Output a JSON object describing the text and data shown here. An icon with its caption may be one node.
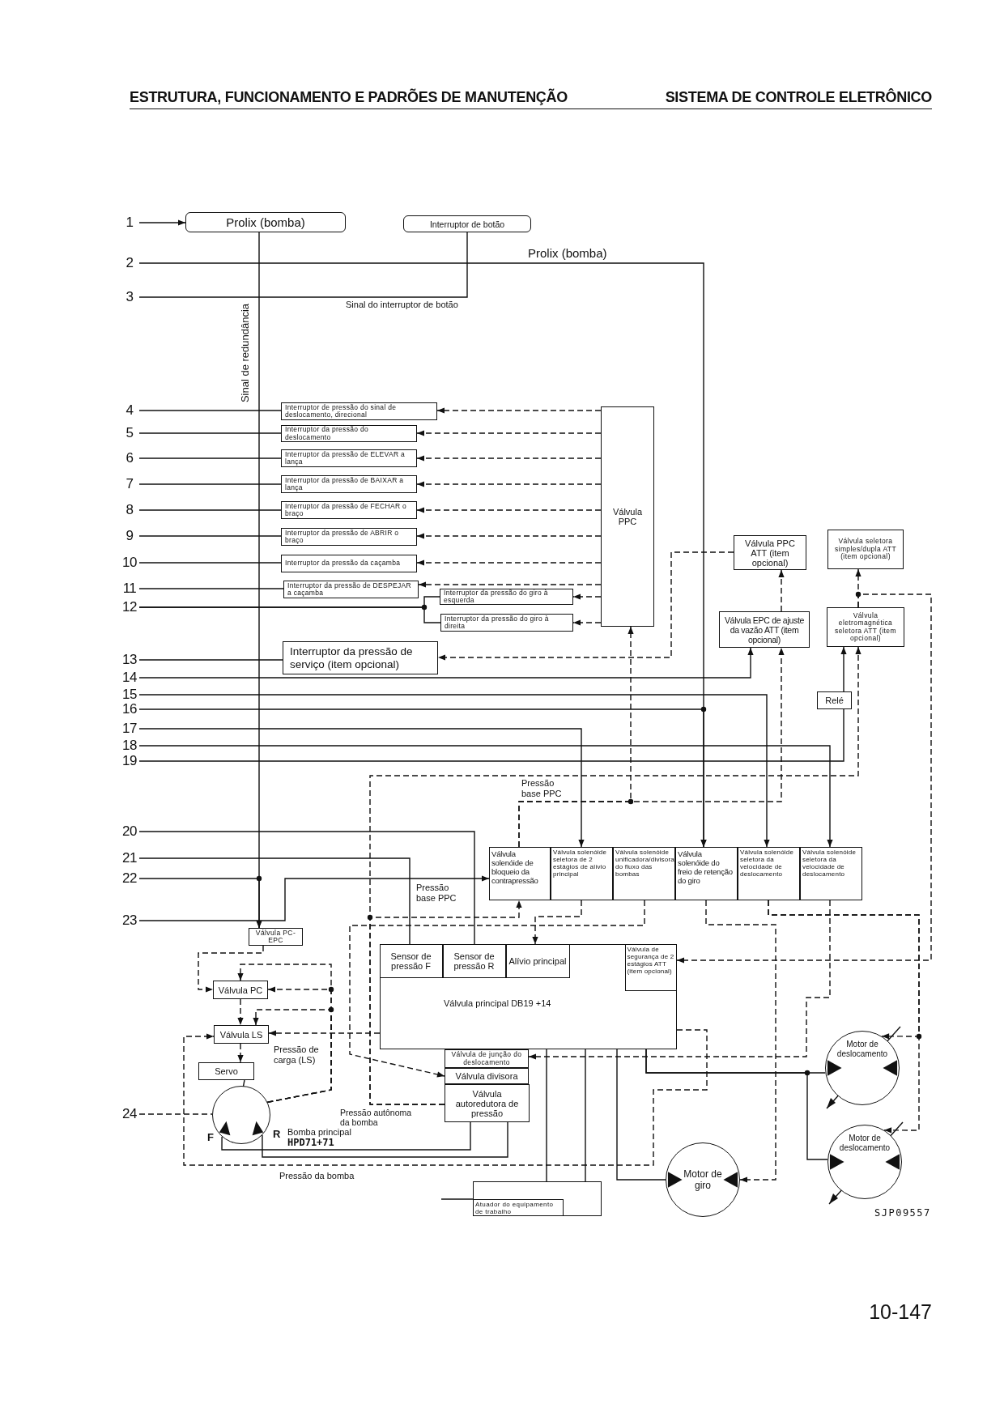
{
  "diagram": {
    "nodes": [
      {
        "text": [
          "1"
        ]
      },
      {
        "text": [
          "Prolix (bomba)"
        ]
      },
      {
        "text": [
          "Interruptor de botão"
        ]
      },
      {
        "text": [
          "2"
        ]
      },
      {
        "text": [
          "3"
        ]
      },
      {
        "text": [
          "4"
        ]
      },
      {
        "text": [
          "Interruptor de pressão do sinal de deslocamento, direcional"
        ]
      },
      {
        "text": [
          "5"
        ]
      },
      {
        "text": [
          "Interruptor da pressão do deslocamento"
        ]
      },
      {
        "text": [
          "6"
        ]
      },
      {
        "text": [
          "Interruptor da pressão de ELEVAR a lança"
        ]
      },
      {
        "text": [
          "7"
        ]
      },
      {
        "text": [
          "Interruptor da pressão de BAIXAR a lança"
        ]
      },
      {
        "text": [
          "8"
        ]
      },
      {
        "text": [
          "Interruptor da pressão de FECHAR o braço"
        ]
      },
      {
        "text": [
          "9"
        ]
      },
      {
        "text": [
          "Interruptor da pressão de ABRIR o braço"
        ]
      },
      {
        "text": [
          "10"
        ]
      },
      {
        "text": [
          "Interruptor da pressão da caçamba"
        ]
      },
      {
        "text": [
          "11"
        ]
      },
      {
        "text": [
          "Interruptor da pressão de DESPEJAR a caçamba"
        ]
      },
      {
        "text": [
          "Válvula PPC"
        ]
      },
      {
        "text": [
          "12"
        ]
      },
      {
        "text": [
          "Interruptor da pressão do giro à esquerda"
        ]
      },
      {
        "text": [
          "Interruptor da pressão do giro à direita"
        ]
      },
      {
        "text": [
          "Válvula PPC ATT (item opcional)"
        ]
      },
      {
        "text": [
          "Válvula seletora simples/dupla ATT (item opcional)"
        ]
      },
      {
        "text": [
          "13"
        ]
      },
      {
        "text": [
          "Interruptor da pressão de serviço (item opcional)"
        ]
      },
      {
        "text": [
          "Válvula EPC de ajuste da vazão ATT (item opcional)"
        ]
      },
      {
        "text": [
          "Válvula eletromagnética seletora ATT (item opcional)"
        ]
      },
      {
        "text": [
          "14"
        ]
      },
      {
        "text": [
          "15"
        ]
      },
      {
        "text": [
          "Relé"
        ]
      },
      {
        "text": [
          "16"
        ]
      },
      {
        "text": [
          "17"
        ]
      },
      {
        "text": [
          "18"
        ]
      },
      {
        "text": [
          "19"
        ]
      },
      {
        "text": [
          "20"
        ]
      },
      {
        "text": [
          "21"
        ]
      },
      {
        "text": [
          "22"
        ]
      },
      {
        "text": [
          "Válvula solenóide de bloqueio da contrapressão"
        ]
      },
      {
        "text": [
          "Válvula solenóide seletora de 2 estágios de alívio principal"
        ]
      },
      {
        "text": [
          "Válvula solenóide unificadora/divisora do fluxo das bombas"
        ]
      },
      {
        "text": [
          "Válvula solenóide do freio de retenção do giro"
        ]
      },
      {
        "text": [
          "Válvula solenóide seletora da velocidade de deslocamento"
        ]
      },
      {
        "text": [
          "Válvula solenóide seletora da velocidade de deslocamento"
        ]
      },
      {
        "text": [
          "23"
        ]
      },
      {
        "text": [
          "Válvula PC-EPC"
        ]
      },
      {
        "text": [
          "Válvula principal DB19 +14"
        ]
      },
      {
        "text": [
          "Sensor de pressão F"
        ],
        "in": 49
      },
      {
        "text": [
          "Sensor de pressão R"
        ],
        "in": 49
      },
      {
        "text": [
          "Alívio principal"
        ],
        "in": 49
      },
      {
        "text": [
          "Válvula de segurança de 2 estágios ATT (item opcional)"
        ],
        "in": 49
      },
      {
        "text": [
          "Válvula PC"
        ]
      },
      {
        "text": [
          "Válvula LS"
        ]
      },
      {
        "text": [
          "Válvula de junção do deslocamento"
        ]
      },
      {
        "text": [
          "Servo"
        ]
      },
      {
        "text": [
          "Válvula divisora"
        ]
      },
      {
        "text": [
          "24"
        ]
      },
      {
        "text": [],
        "shape": "circle",
        "beside": [
          "F",
          "R",
          "Bomba principal",
          "HPD71+71"
        ]
      },
      {
        "text": [
          "Válvula autoredutora de pressão"
        ]
      },
      {
        "text": [
          "Motor de deslocamento"
        ]
      },
      {
        "text": [
          "Motor de deslocamento"
        ]
      },
      {
        "text": [
          "Motor de giro"
        ]
      },
      {
        "text": [
          "Atuador do equipamento de trabalho"
        ]
      }
    ],
    "edges": [
      {
        "from": 0,
        "to": 1,
        "arrow": "to"
      },
      {
        "from": 3,
        "to": 44,
        "arrow": "to",
        "label": "Prolix (bomba)"
      },
      {
        "from": 4,
        "to": 2,
        "arrow": "none",
        "label": "Sinal do interruptor de botão"
      },
      {
        "from": 1,
        "to": 48,
        "arrow": "to",
        "label": "Sinal de redundância"
      },
      {
        "from": 5,
        "to": 6,
        "arrow": "none"
      },
      {
        "from": 7,
        "to": 8,
        "arrow": "none"
      },
      {
        "from": 9,
        "to": 10,
        "arrow": "none"
      },
      {
        "from": 11,
        "to": 12,
        "arrow": "none"
      },
      {
        "from": 13,
        "to": 14,
        "arrow": "none"
      },
      {
        "from": 15,
        "to": 16,
        "arrow": "none"
      },
      {
        "from": 17,
        "to": 18,
        "arrow": "none"
      },
      {
        "from": 19,
        "to": 20,
        "arrow": "none"
      },
      {
        "from": 21,
        "to": 6,
        "arrow": "to",
        "style": "dashed"
      },
      {
        "from": 21,
        "to": 8,
        "arrow": "to",
        "style": "dashed"
      },
      {
        "from": 21,
        "to": 10,
        "arrow": "to",
        "style": "dashed"
      },
      {
        "from": 21,
        "to": 12,
        "arrow": "to",
        "style": "dashed"
      },
      {
        "from": 21,
        "to": 14,
        "arrow": "to",
        "style": "dashed"
      },
      {
        "from": 21,
        "to": 16,
        "arrow": "to",
        "style": "dashed"
      },
      {
        "from": 21,
        "to": 18,
        "arrow": "to",
        "style": "dashed"
      },
      {
        "from": 21,
        "to": 20,
        "arrow": "to",
        "style": "dashed"
      },
      {
        "from": 21,
        "to": 23,
        "arrow": "to",
        "style": "dashed"
      },
      {
        "from": 21,
        "to": 24,
        "arrow": "to",
        "style": "dashed"
      },
      {
        "from": 22,
        "to": 23,
        "arrow": "none"
      },
      {
        "from": 22,
        "to": 24,
        "arrow": "none"
      },
      {
        "from": 25,
        "to": 28,
        "arrow": "to",
        "style": "dashed"
      },
      {
        "from": 27,
        "to": 28,
        "arrow": "none"
      },
      {
        "from": 31,
        "to": 29,
        "arrow": "to"
      },
      {
        "from": 29,
        "to": 25,
        "arrow": "to",
        "style": "dashed"
      },
      {
        "from": 30,
        "to": 26,
        "arrow": "to",
        "style": "dashed"
      },
      {
        "from": 33,
        "to": 30,
        "arrow": "to"
      },
      {
        "from": 37,
        "to": 33,
        "arrow": "none"
      },
      {
        "from": 32,
        "to": 45,
        "arrow": "to"
      },
      {
        "from": 34,
        "to": 44,
        "arrow": "to"
      },
      {
        "from": 35,
        "to": 42,
        "arrow": "to"
      },
      {
        "from": 36,
        "to": 46,
        "arrow": "to"
      },
      {
        "from": 41,
        "to": 21,
        "arrow": "to",
        "style": "dashed",
        "label": "Pressão base PPC"
      },
      {
        "from": 41,
        "to": 29,
        "arrow": "to",
        "style": "dashed"
      },
      {
        "from": 61,
        "to": 41,
        "arrow": "to",
        "style": "dashed",
        "label": "Pressão base PPC"
      },
      {
        "from": 61,
        "to": 30,
        "arrow": "to",
        "style": "dashed"
      },
      {
        "from": 30,
        "to": 53,
        "arrow": "to",
        "style": "dashed"
      },
      {
        "from": 40,
        "to": 48,
        "arrow": "to"
      },
      {
        "from": 47,
        "to": 41,
        "arrow": "to"
      },
      {
        "from": 39,
        "to": 50,
        "arrow": "none"
      },
      {
        "from": 38,
        "to": 51,
        "arrow": "none"
      },
      {
        "from": 48,
        "to": 54,
        "arrow": "to",
        "style": "dashed"
      },
      {
        "from": 54,
        "to": 55,
        "arrow": "to",
        "style": "dashed"
      },
      {
        "from": 55,
        "to": 57,
        "arrow": "to",
        "style": "dashed"
      },
      {
        "from": 60,
        "to": 54,
        "arrow": "to",
        "style": "dashed"
      },
      {
        "from": 60,
        "to": 54,
        "arrow": "to",
        "style": "dashed"
      },
      {
        "from": 60,
        "to": 55,
        "arrow": "to",
        "style": "dashed"
      },
      {
        "from": 49,
        "to": 55,
        "arrow": "to",
        "style": "dashed"
      },
      {
        "from": 49,
        "to": 55,
        "arrow": "to",
        "style": "dashed"
      },
      {
        "from": 57,
        "to": 60,
        "arrow": "to"
      },
      {
        "from": 59,
        "to": 60,
        "arrow": "none",
        "style": "dashed"
      },
      {
        "from": 60,
        "to": 61,
        "arrow": "none"
      },
      {
        "from": 60,
        "to": 61,
        "arrow": "none"
      },
      {
        "from": 42,
        "to": 52,
        "arrow": "to",
        "style": "dashed"
      },
      {
        "from": 43,
        "to": 58,
        "arrow": "to",
        "style": "dashed"
      },
      {
        "from": 44,
        "to": 64,
        "arrow": "to",
        "style": "dashed"
      },
      {
        "from": 45,
        "to": 62,
        "arrow": "to",
        "style": "dashed"
      },
      {
        "from": 45,
        "to": 63,
        "arrow": "to",
        "style": "dashed"
      },
      {
        "from": 46,
        "to": 56,
        "arrow": "to",
        "style": "dashed"
      },
      {
        "from": 49,
        "to": 65,
        "arrow": "none"
      },
      {
        "from": 49,
        "to": 65,
        "arrow": "none"
      },
      {
        "from": 49,
        "to": 64,
        "arrow": "none"
      },
      {
        "from": 49,
        "to": 62,
        "arrow": "none"
      },
      {
        "from": 49,
        "to": 63,
        "arrow": "none"
      },
      {
        "from": null,
        "to": 65,
        "arrow": "none"
      }
    ],
    "labels": [
      "ESTRUTURA, FUNCIONAMENTO E PADRÕES DE MANUTENÇÃO",
      "SISTEMA DE CONTROLE ELETRÔNICO",
      "Pressão de carga (LS)",
      "Pressão autônoma da bomba",
      "Pressão da bomba",
      "SJP09557",
      "10-147"
    ]
  }
}
